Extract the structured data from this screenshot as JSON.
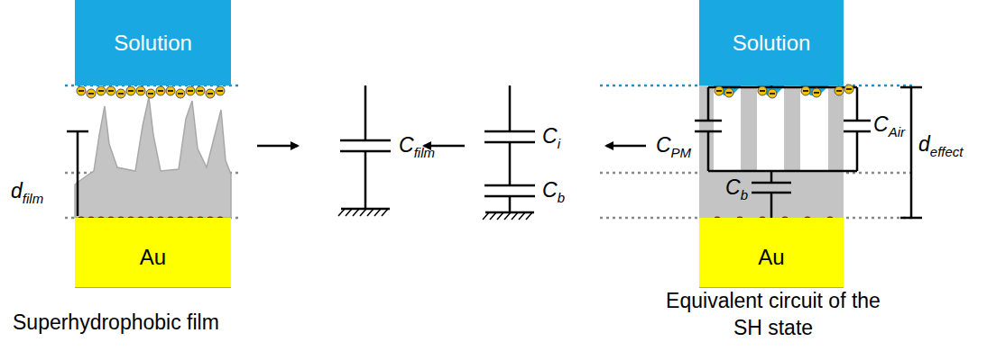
{
  "diagram": {
    "nodes": [
      {
        "text": [
          "Solution"
        ]
      },
      {
        "text": [
          "Au"
        ]
      },
      {
        "text": [
          "Solution"
        ]
      },
      {
        "text": [
          "Au"
        ]
      }
    ],
    "labels": [
      "dfilm",
      "Cfilm",
      "Ci",
      "Cb",
      "CPM",
      "CAir",
      "Cb",
      "deffect",
      "Superhydrophobic film",
      "Equivalent circuit of the SH state"
    ]
  }
}
